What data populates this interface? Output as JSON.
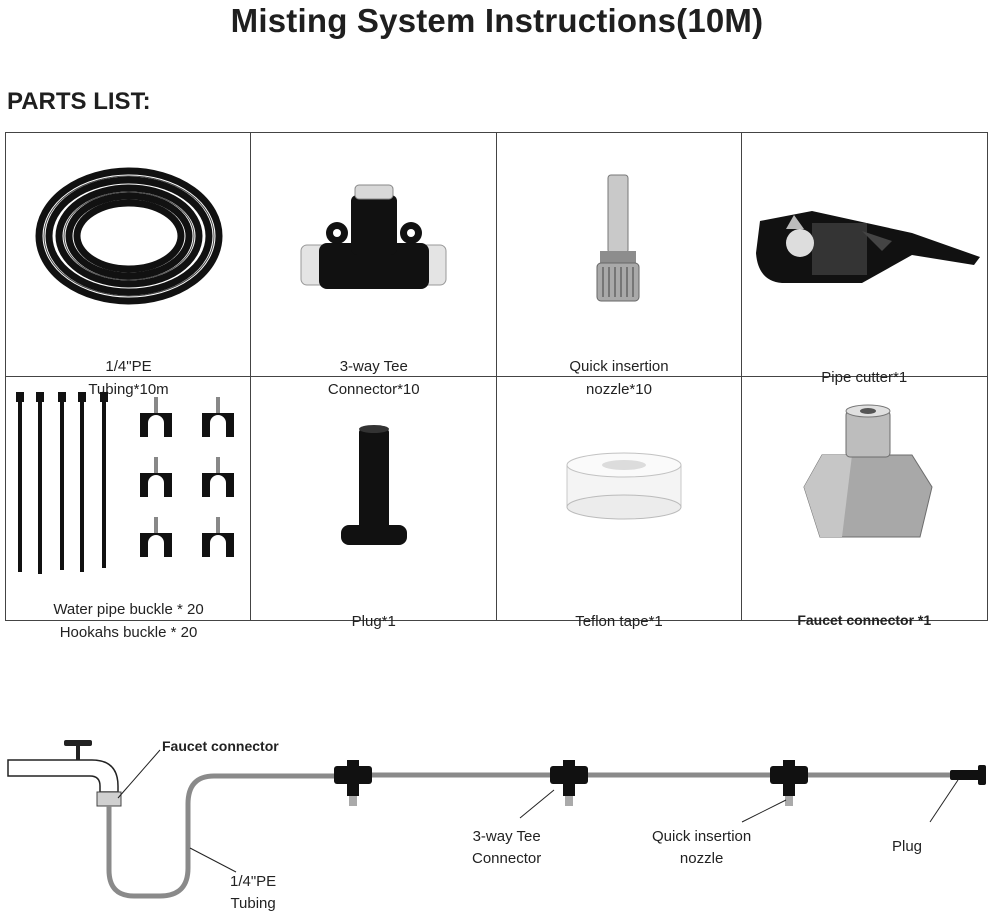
{
  "title": "Misting System Instructions(10M)",
  "parts_heading": "PARTS LIST:",
  "parts": [
    {
      "label": "1/4\"PE\nTubing*10m",
      "icon": "tubing-coil-icon"
    },
    {
      "label": "3-way Tee\nConnector*10",
      "icon": "tee-connector-icon"
    },
    {
      "label": "Quick insertion\nnozzle*10",
      "icon": "nozzle-icon"
    },
    {
      "label": "Pipe cutter*1",
      "icon": "pipe-cutter-icon"
    },
    {
      "label": "Water pipe buckle * 20\nHookahs buckle * 20",
      "icon": "cable-ties-and-clips-icon"
    },
    {
      "label": "Plug*1",
      "icon": "plug-icon"
    },
    {
      "label": "Teflon tape*1",
      "icon": "teflon-tape-icon"
    },
    {
      "label": "Faucet connector *1",
      "icon": "faucet-connector-icon"
    }
  ],
  "diagram": {
    "faucet_connector": "Faucet connector",
    "tubing": "1/4\"PE\nTubing",
    "tee": "3-way Tee\nConnector",
    "nozzle": "Quick insertion\nnozzle",
    "plug": "Plug"
  },
  "colors": {
    "tube": "#8a8a8a",
    "part_black": "#111111",
    "metal": "#b0b0b0"
  }
}
